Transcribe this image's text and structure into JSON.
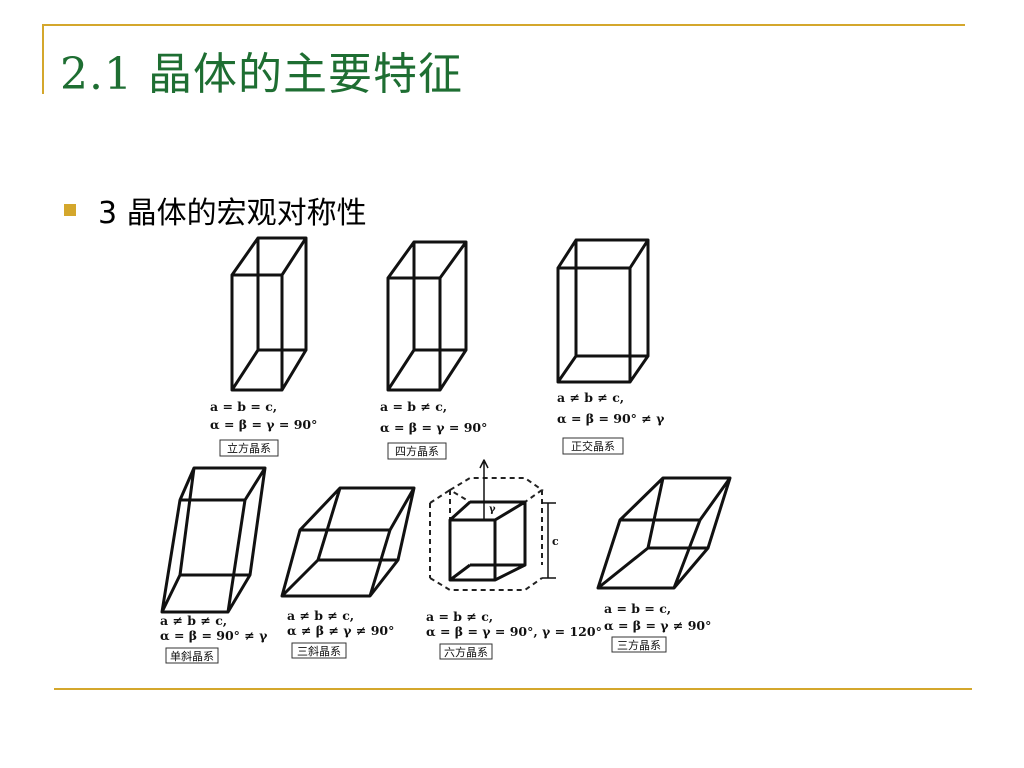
{
  "title": "2.1 晶体的主要特征",
  "bullet": "3 晶体的宏观对称性",
  "systems": [
    {
      "formula1": "a = b = c,",
      "formula2": "α = β = γ = 90°",
      "name": "立方晶系"
    },
    {
      "formula1": "a = b ≠ c,",
      "formula2": "α = β = γ = 90°",
      "name": "四方晶系"
    },
    {
      "formula1": "a ≠ b ≠ c,",
      "formula2": "α = β = 90° ≠ γ",
      "name": "正交晶系"
    },
    {
      "formula1": "a ≠ b ≠ c,",
      "formula2": "α = β = 90° ≠ γ",
      "name": "单斜晶系"
    },
    {
      "formula1": "a ≠ b ≠ c,",
      "formula2": "α ≠ β ≠ γ ≠ 90°",
      "name": "三斜晶系"
    },
    {
      "formula1": "a = b ≠ c,",
      "formula2": "α = β = γ = 90°, γ = 120°",
      "name": "六方晶系"
    },
    {
      "formula1": "a = b = c,",
      "formula2": "α = β = γ ≠ 90°",
      "name": "三方晶系"
    }
  ],
  "hex_labels": {
    "axis_c": "c",
    "angle": "γ"
  },
  "colors": {
    "accent": "#d4a72c",
    "title": "#1e6e32"
  }
}
